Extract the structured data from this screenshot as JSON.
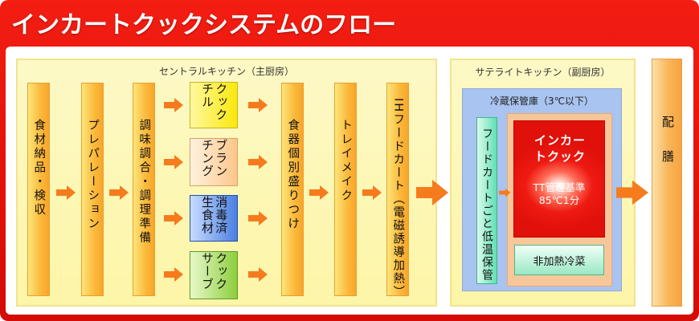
{
  "title": "インカートクックシステムのフロー",
  "central_kitchen": {
    "label": "セントラルキッチン（主厨房）",
    "steps": [
      "食材納品・検収",
      "プレパレーション",
      "調味調合・調理準備"
    ],
    "methods": [
      {
        "label": "クックチル",
        "color": "#fbe80c"
      },
      {
        "label": "ブランチング",
        "color": "#fcc78a"
      },
      {
        "label": "消毒済生食材",
        "color": "#4a7fe0"
      },
      {
        "label": "クックサーブ",
        "color": "#8dce3e"
      }
    ],
    "after_steps": [
      "食器個別盛りつけ",
      "トレイメイク",
      "IHフードカート（電磁誘導加熱）"
    ]
  },
  "satellite_kitchen": {
    "label": "サテライトキッチン（副厨房）",
    "cold_storage_label": "冷蔵保管庫（3℃以下）",
    "cart_storage_label": "フードカートごと低温保管",
    "incart_cook_label": "インカートクック",
    "standard_label": "TT管理基準",
    "standard_value": "85℃1分",
    "non_heated_label": "非加熱冷菜"
  },
  "delivery_label": "配膳",
  "colors": {
    "frame_red": "#e0100a",
    "arrow_orange": "#f57b1d",
    "area_yellow": "#fdf7b8",
    "cold_blue": "#a9c4f0"
  }
}
